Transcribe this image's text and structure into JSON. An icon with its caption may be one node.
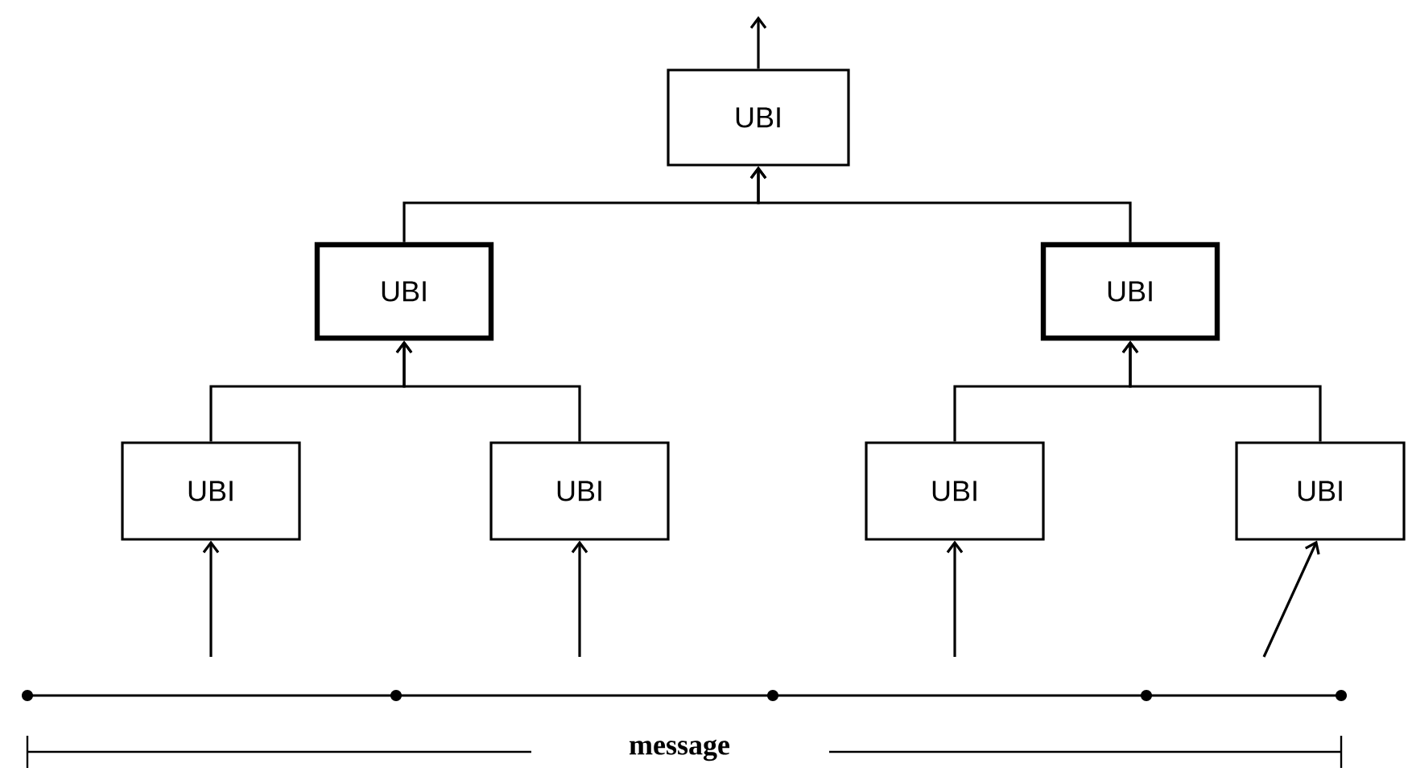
{
  "diagram": {
    "nodes": [
      {
        "text": [
          "UBI"
        ]
      },
      {
        "text": [
          "UBI"
        ]
      },
      {
        "text": [
          "UBI"
        ]
      },
      {
        "text": [
          "UBI"
        ]
      },
      {
        "text": [
          "UBI"
        ]
      },
      {
        "text": [
          "UBI"
        ]
      },
      {
        "text": [
          "UBI"
        ]
      }
    ],
    "edges": [
      {
        "from": 0,
        "to": null,
        "arrow": "to"
      },
      {
        "from": 1,
        "to": 0,
        "arrow": "to"
      },
      {
        "from": 2,
        "to": 0,
        "arrow": "to"
      },
      {
        "from": 3,
        "to": 1,
        "arrow": "to"
      },
      {
        "from": 4,
        "to": 1,
        "arrow": "to"
      },
      {
        "from": 5,
        "to": 2,
        "arrow": "to"
      },
      {
        "from": 6,
        "to": 2,
        "arrow": "to"
      },
      {
        "from": null,
        "to": 3,
        "arrow": "to"
      },
      {
        "from": null,
        "to": 4,
        "arrow": "to"
      },
      {
        "from": null,
        "to": 5,
        "arrow": "to"
      },
      {
        "from": null,
        "to": 6,
        "arrow": "to"
      }
    ],
    "labels": [
      "message"
    ]
  }
}
